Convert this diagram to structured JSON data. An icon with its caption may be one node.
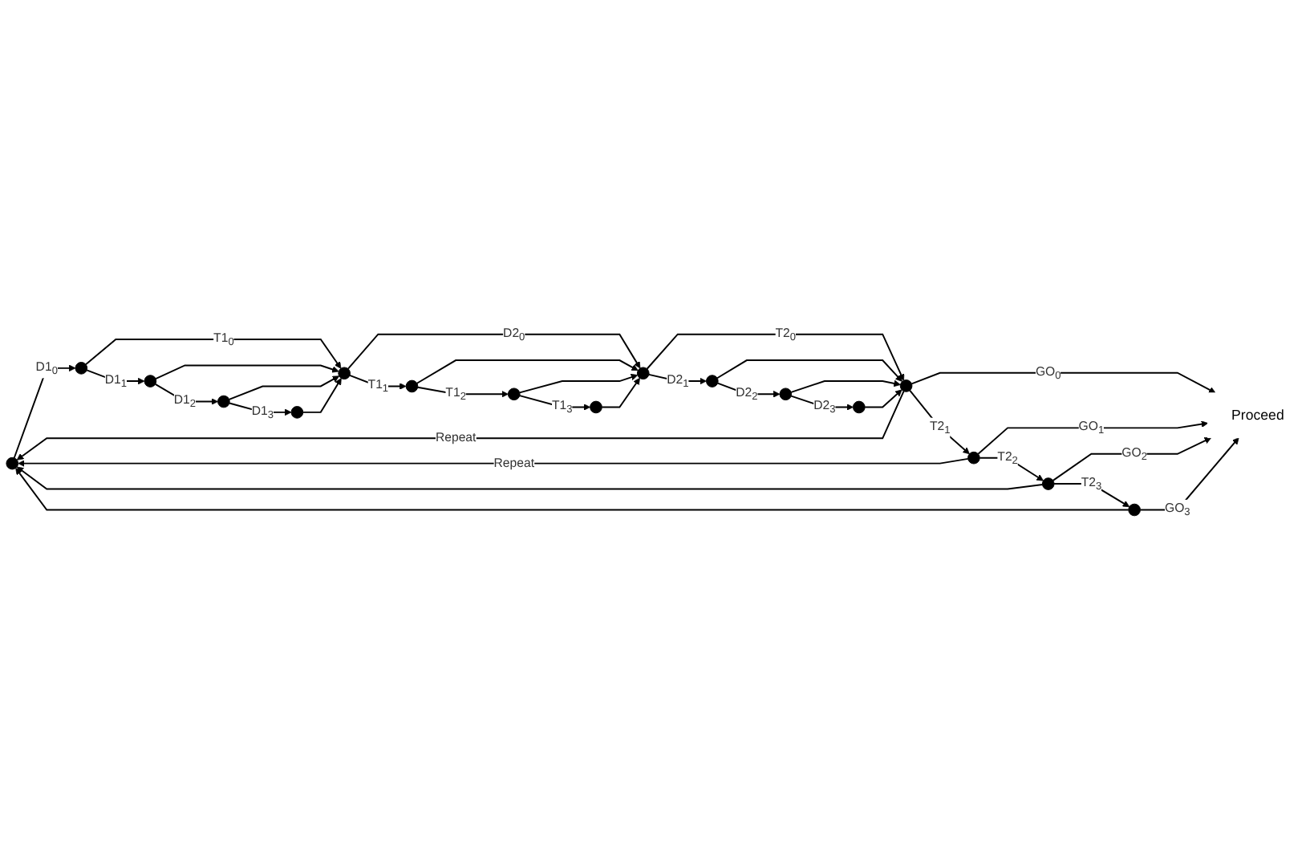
{
  "diagram": {
    "nodes": [
      {
        "text": [],
        "shape": "circle"
      },
      {
        "text": [],
        "shape": "circle"
      },
      {
        "text": [],
        "shape": "circle"
      },
      {
        "text": [],
        "shape": "circle"
      },
      {
        "text": [],
        "shape": "circle"
      },
      {
        "text": [],
        "shape": "circle"
      },
      {
        "text": [],
        "shape": "circle"
      },
      {
        "text": [],
        "shape": "circle"
      },
      {
        "text": [],
        "shape": "circle"
      },
      {
        "text": [],
        "shape": "circle"
      },
      {
        "text": [],
        "shape": "circle"
      },
      {
        "text": [],
        "shape": "circle"
      },
      {
        "text": [],
        "shape": "circle"
      },
      {
        "text": [],
        "shape": "circle"
      },
      {
        "text": [],
        "shape": "circle"
      },
      {
        "text": [],
        "shape": "circle"
      },
      {
        "text": [],
        "shape": "circle"
      },
      {
        "text": [
          "Proceed"
        ]
      }
    ],
    "edges": [
      {
        "from": 0,
        "to": 1,
        "arrow": "to",
        "label": "D1$_{0}$"
      },
      {
        "from": 1,
        "to": 5,
        "arrow": "to",
        "label": "T1$_{0}$"
      },
      {
        "from": 5,
        "to": 9,
        "arrow": "to",
        "label": "D2$_{0}$"
      },
      {
        "from": 9,
        "to": 13,
        "arrow": "to",
        "label": "T2$_{0}$"
      },
      {
        "from": 13,
        "to": 17,
        "arrow": "to",
        "label": "GO$_{0}$"
      },
      {
        "from": 13,
        "to": 0,
        "arrow": "to",
        "label": "Repeat"
      },
      {
        "from": 1,
        "to": 2,
        "arrow": "to",
        "label": "D1$_{1}$"
      },
      {
        "from": 2,
        "to": 3,
        "arrow": "to",
        "label": "D1$_{2}$"
      },
      {
        "from": 3,
        "to": 4,
        "arrow": "to",
        "label": "D1$_{3}$"
      },
      {
        "from": 2,
        "to": 5,
        "arrow": "to"
      },
      {
        "from": 3,
        "to": 5,
        "arrow": "to"
      },
      {
        "from": 4,
        "to": 5,
        "arrow": "to"
      },
      {
        "from": 5,
        "to": 6,
        "arrow": "to",
        "label": "T1$_{1}$"
      },
      {
        "from": 6,
        "to": 7,
        "arrow": "to",
        "label": "T1$_{2}$"
      },
      {
        "from": 7,
        "to": 8,
        "arrow": "to",
        "label": "T1$_{3}$"
      },
      {
        "from": 6,
        "to": 9,
        "arrow": "to"
      },
      {
        "from": 7,
        "to": 9,
        "arrow": "to"
      },
      {
        "from": 8,
        "to": 9,
        "arrow": "to"
      },
      {
        "from": 9,
        "to": 10,
        "arrow": "to",
        "label": "D2$_{1}$"
      },
      {
        "from": 10,
        "to": 11,
        "arrow": "to",
        "label": "D2$_{2}$"
      },
      {
        "from": 11,
        "to": 12,
        "arrow": "to",
        "label": "D2$_{3}$"
      },
      {
        "from": 10,
        "to": 13,
        "arrow": "to"
      },
      {
        "from": 11,
        "to": 13,
        "arrow": "to"
      },
      {
        "from": 12,
        "to": 13,
        "arrow": "to"
      },
      {
        "from": 13,
        "to": 14,
        "arrow": "to",
        "label": "T2$_{1}$"
      },
      {
        "from": 14,
        "to": 15,
        "arrow": "to",
        "label": "T2$_{2}$"
      },
      {
        "from": 15,
        "to": 16,
        "arrow": "to",
        "label": "T2$_{3}$"
      },
      {
        "from": 14,
        "to": 17,
        "arrow": "to",
        "label": "GO$_{1}$"
      },
      {
        "from": 15,
        "to": 17,
        "arrow": "to",
        "label": "GO$_{2}$"
      },
      {
        "from": 16,
        "to": 17,
        "arrow": "to",
        "label": "GO$_{3}$"
      },
      {
        "from": 14,
        "to": 0,
        "arrow": "to",
        "label": "Repeat"
      },
      {
        "from": 15,
        "to": 0,
        "arrow": "to"
      },
      {
        "from": 16,
        "to": 0,
        "arrow": "to"
      }
    ]
  }
}
